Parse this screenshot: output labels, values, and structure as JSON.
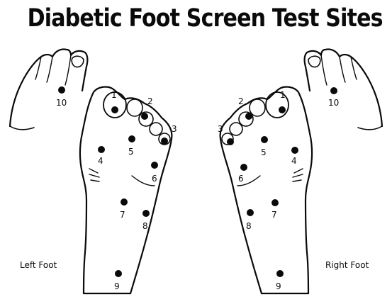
{
  "title": "Diabetic Foot Screen Test Sites",
  "feet": {
    "left_label": "Left Foot",
    "right_label": "Right Foot"
  },
  "sites": [
    "1",
    "2",
    "3",
    "4",
    "5",
    "6",
    "7",
    "8",
    "9",
    "10"
  ],
  "colors": {
    "ink": "#0a0a0a",
    "background": "#ffffff"
  }
}
